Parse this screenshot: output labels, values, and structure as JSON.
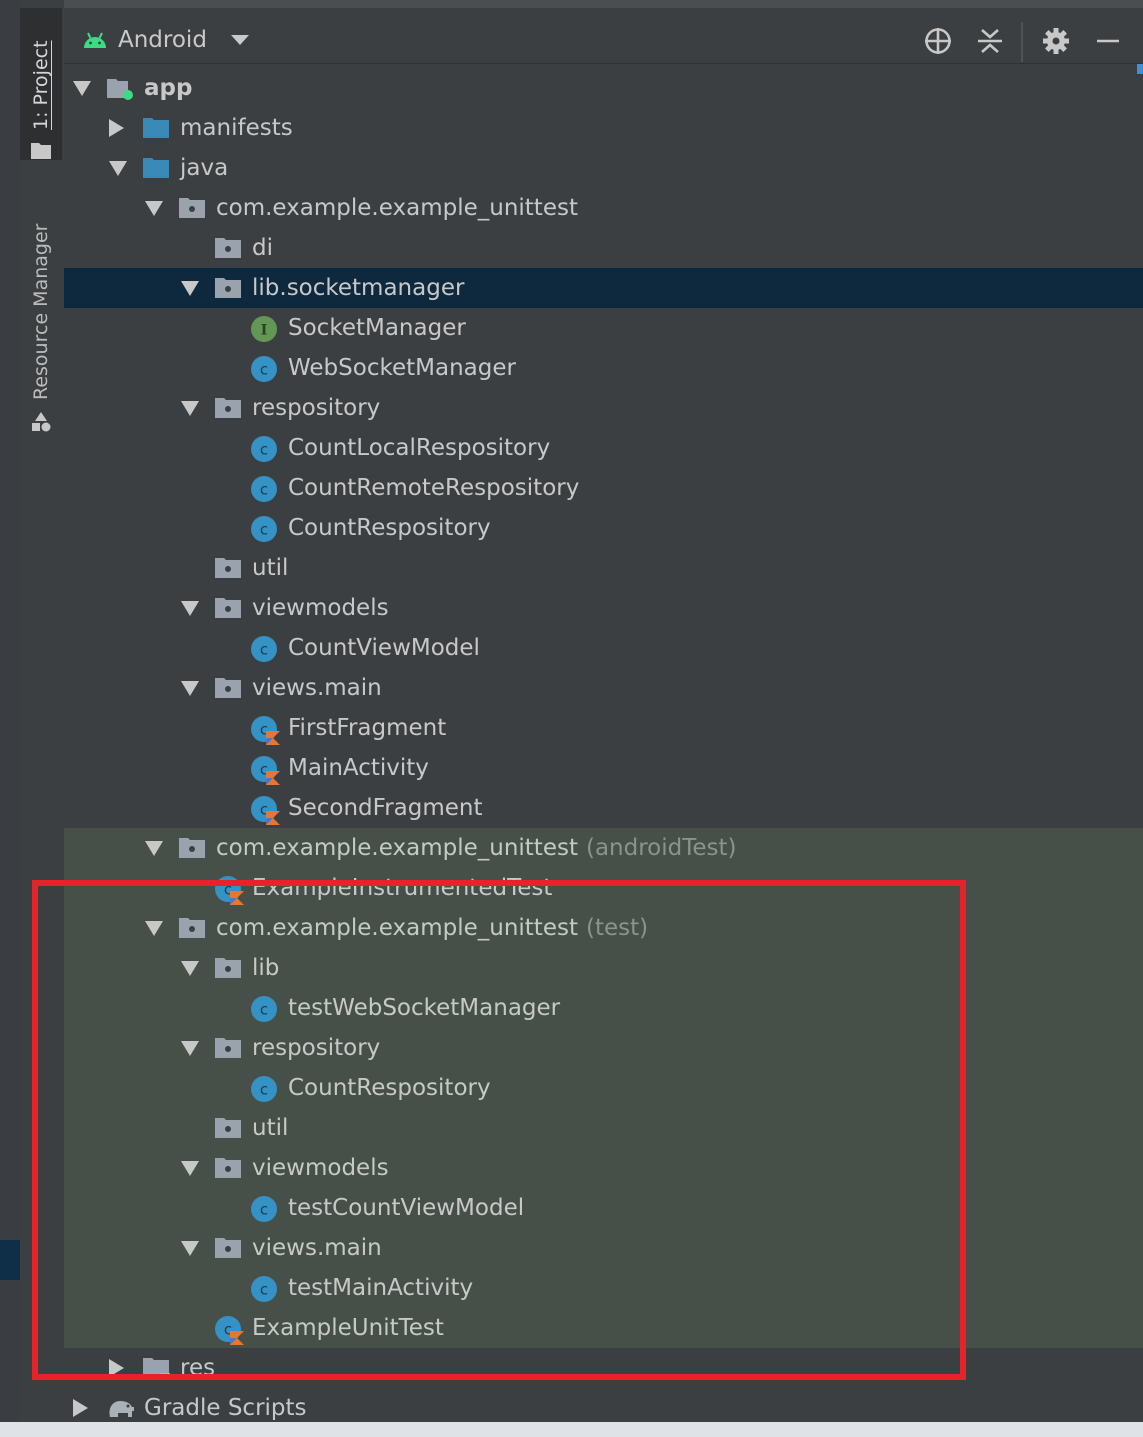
{
  "tool_window_tabs": [
    {
      "label": "1: Project",
      "icon": "folder-icon",
      "active": true
    },
    {
      "label": "Resource Manager",
      "icon": "shapes-icon",
      "active": false
    }
  ],
  "header": {
    "view_selector": "Android",
    "icons": [
      "locate-icon",
      "collapse-all-icon",
      "gear-icon",
      "minimize-icon"
    ]
  },
  "tree": [
    {
      "label": "app",
      "icon": "module-icon",
      "arrow": "down",
      "depth": 0
    },
    {
      "label": "manifests",
      "icon": "folder-blue-icon",
      "arrow": "right",
      "depth": 1
    },
    {
      "label": "java",
      "icon": "folder-blue-icon",
      "arrow": "down",
      "depth": 1
    },
    {
      "label": "com.example.example_unittest",
      "icon": "package-icon",
      "arrow": "down",
      "depth": 2
    },
    {
      "label": "di",
      "icon": "package-icon",
      "arrow": "none",
      "depth": 3
    },
    {
      "label": "lib.socketmanager",
      "icon": "package-icon",
      "arrow": "down",
      "depth": 3,
      "selected": true
    },
    {
      "label": "SocketManager",
      "icon": "interface-icon",
      "arrow": "none",
      "depth": 4
    },
    {
      "label": "WebSocketManager",
      "icon": "class-icon",
      "arrow": "none",
      "depth": 4
    },
    {
      "label": "respository",
      "icon": "package-icon",
      "arrow": "down",
      "depth": 3
    },
    {
      "label": "CountLocalRespository",
      "icon": "class-icon",
      "arrow": "none",
      "depth": 4
    },
    {
      "label": "CountRemoteRespository",
      "icon": "class-icon",
      "arrow": "none",
      "depth": 4
    },
    {
      "label": "CountRespository",
      "icon": "class-icon",
      "arrow": "none",
      "depth": 4
    },
    {
      "label": "util",
      "icon": "package-icon",
      "arrow": "none",
      "depth": 3
    },
    {
      "label": "viewmodels",
      "icon": "package-icon",
      "arrow": "down",
      "depth": 3
    },
    {
      "label": "CountViewModel",
      "icon": "class-icon",
      "arrow": "none",
      "depth": 4
    },
    {
      "label": "views.main",
      "icon": "package-icon",
      "arrow": "down",
      "depth": 3
    },
    {
      "label": "FirstFragment",
      "icon": "kotlin-class-icon",
      "arrow": "none",
      "depth": 4
    },
    {
      "label": "MainActivity",
      "icon": "kotlin-class-icon",
      "arrow": "none",
      "depth": 4
    },
    {
      "label": "SecondFragment",
      "icon": "kotlin-class-icon",
      "arrow": "none",
      "depth": 4
    },
    {
      "label": "com.example.example_unittest",
      "suffix": "(androidTest)",
      "icon": "package-icon",
      "arrow": "down",
      "depth": 2,
      "test": true
    },
    {
      "label": "ExampleInstrumentedTest",
      "icon": "kotlin-class-icon",
      "arrow": "none",
      "depth": 3,
      "test": true
    },
    {
      "label": "com.example.example_unittest",
      "suffix": "(test)",
      "icon": "package-icon",
      "arrow": "down",
      "depth": 2,
      "test": true
    },
    {
      "label": "lib",
      "icon": "package-icon",
      "arrow": "down",
      "depth": 3,
      "test": true
    },
    {
      "label": "testWebSocketManager",
      "icon": "class-icon",
      "arrow": "none",
      "depth": 4,
      "test": true
    },
    {
      "label": "respository",
      "icon": "package-icon",
      "arrow": "down",
      "depth": 3,
      "test": true
    },
    {
      "label": "CountRespository",
      "icon": "class-icon",
      "arrow": "none",
      "depth": 4,
      "test": true
    },
    {
      "label": "util",
      "icon": "package-icon",
      "arrow": "none",
      "depth": 3,
      "test": true
    },
    {
      "label": "viewmodels",
      "icon": "package-icon",
      "arrow": "down",
      "depth": 3,
      "test": true
    },
    {
      "label": "testCountViewModel",
      "icon": "class-icon",
      "arrow": "none",
      "depth": 4,
      "test": true
    },
    {
      "label": "views.main",
      "icon": "package-icon",
      "arrow": "down",
      "depth": 3,
      "test": true
    },
    {
      "label": "testMainActivity",
      "icon": "class-icon",
      "arrow": "none",
      "depth": 4,
      "test": true
    },
    {
      "label": "ExampleUnitTest",
      "icon": "kotlin-class-icon",
      "arrow": "none",
      "depth": 3,
      "test": true
    },
    {
      "label": "res",
      "icon": "res-folder-icon",
      "arrow": "right",
      "depth": 1
    },
    {
      "label": "Gradle Scripts",
      "icon": "gradle-elephant-icon",
      "arrow": "right",
      "depth": 0
    }
  ],
  "colors": {
    "panel_bg": "#3c3f41",
    "selected_row": "#0e293e",
    "test_row": "#475048",
    "annotation_box": "#e3242b",
    "class_icon": "#3592c4",
    "interface_icon": "#629755",
    "android_green": "#3ddc84"
  }
}
